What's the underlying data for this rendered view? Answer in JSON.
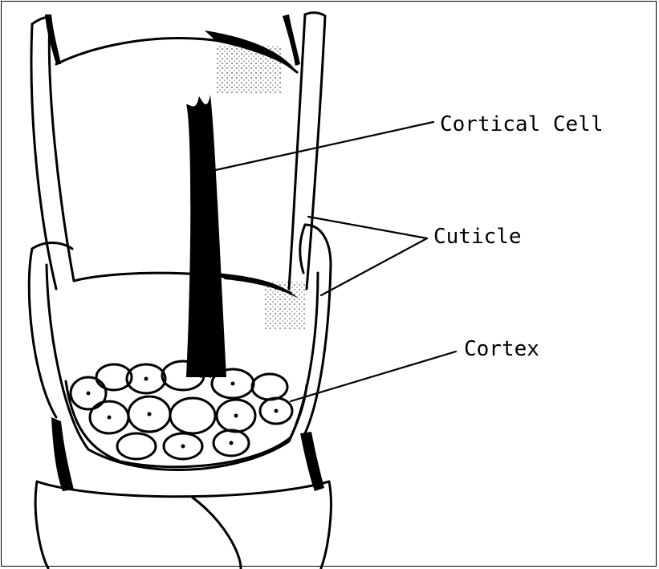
{
  "diagram": {
    "labels": {
      "cortical_cell": "Cortical Cell",
      "cuticle": "Cuticle",
      "cortex": "Cortex"
    },
    "colors": {
      "ink": "#000000",
      "paper": "#ffffff"
    }
  }
}
